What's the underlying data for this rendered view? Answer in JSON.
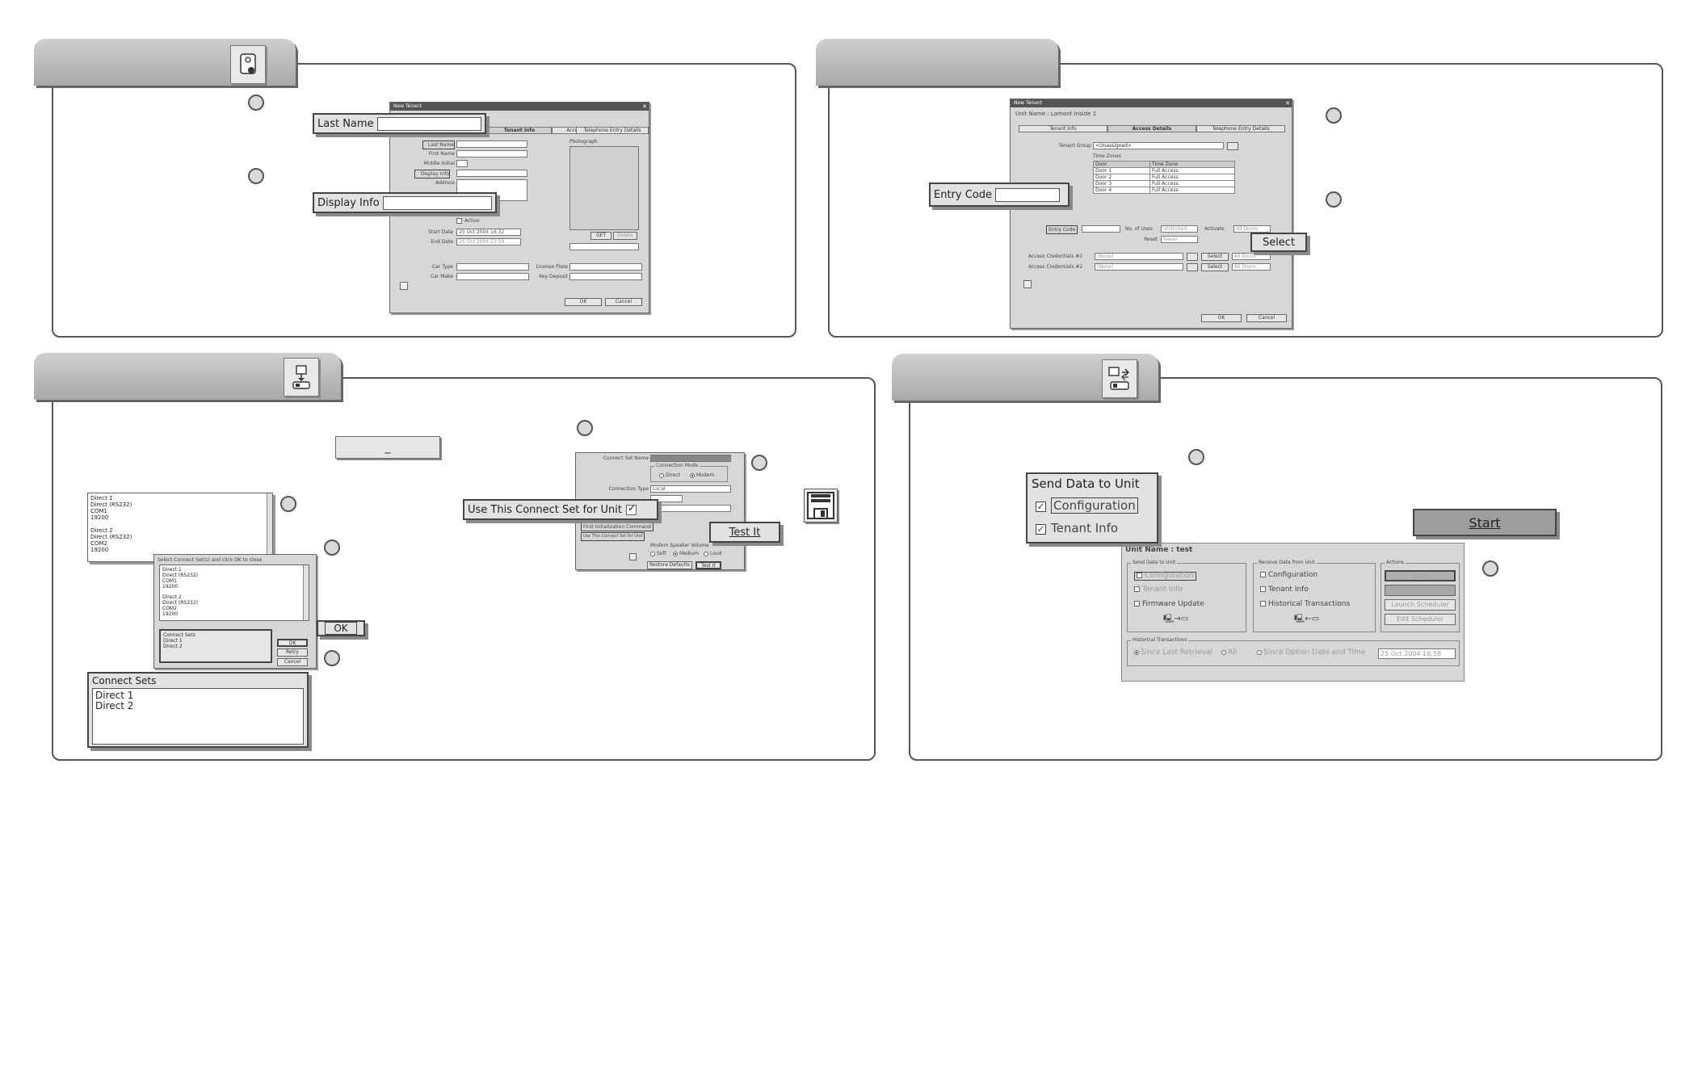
{
  "panel1": {
    "new_tenant_title": "New Tenant",
    "tabs": [
      "Tenant Info",
      "Access Details",
      "Telephone Entry Details"
    ],
    "labels": {
      "last_name": "Last Name",
      "first_name": "First Name",
      "middle_initial": "Middle Initial",
      "display_info": "Display Info",
      "address": "Address",
      "active": "Active",
      "start_date": "Start Date",
      "end_date": "End Date",
      "car_type": "Car Type",
      "car_make": "Car Make",
      "license_plate": "License Plate",
      "key_deposit": "Key Deposit",
      "photograph": "Photograph"
    },
    "values": {
      "start_date": "25 Oct 2004 16:32",
      "end_date": "25 Oct 2004 23:59"
    },
    "buttons": {
      "get": "GET",
      "delete": "Delete",
      "ok": "OK",
      "cancel": "Cancel"
    },
    "callouts": {
      "last_name": "Last Name",
      "display_info": "Display Info"
    }
  },
  "panel2": {
    "title": "New Tenant",
    "unit_name": "Unit Name : Lamont Inside 1",
    "tabs": [
      "Tenant Info",
      "Access Details",
      "Telephone Entry Details"
    ],
    "tenant_group_label": "Tenant Group",
    "tenant_group_value": "<Unassigned>",
    "time_zones_label": "Time Zones",
    "table_headers": [
      "Door",
      "Time Zone"
    ],
    "table_rows": [
      [
        "Door 1",
        "Full Access"
      ],
      [
        "Door 2",
        "Full Access"
      ],
      [
        "Door 3",
        "Full Access"
      ],
      [
        "Door 4",
        "Full Access"
      ]
    ],
    "entry_code_label": "Entry Code",
    "no_of_uses_label": "No. of Uses",
    "no_of_uses_value": "Unlimited",
    "activate_label": "Activate",
    "activate_value": "All Doors",
    "reset_label": "Reset",
    "reset_value": "Never",
    "cred1_label": "Access Credentials #1",
    "cred2_label": "Access Credentials #2",
    "cred_value": "(None)",
    "select_label": "Select",
    "all_doors": "All Doors",
    "buttons": {
      "ok": "OK",
      "cancel": "Cancel"
    },
    "callouts": {
      "entry_code": "Entry Code",
      "select": "Select"
    }
  },
  "panel3": {
    "blank_button": "_",
    "list_top": [
      "Direct 1",
      "Direct (RS232)",
      "COM1",
      "19200",
      "",
      "Direct 2",
      "Direct (RS232)",
      "COM2",
      "19200"
    ],
    "dialog_caption": "Select Connect Set(s) and click OK to close",
    "list_mid": [
      "Direct 1",
      "Direct (RS232)",
      "COM1",
      "19200",
      "",
      "Direct 2",
      "Direct (RS232)",
      "COM2",
      "19200"
    ],
    "connect_sets_small": "Connect Sets",
    "connect_sets_small_items": [
      "Direct 1",
      "Direct 2"
    ],
    "dlg_buttons": {
      "ok": "OK",
      "retry": "Retry",
      "cancel": "Cancel"
    },
    "ok_callout": "OK",
    "connect_sets_callout": "Connect Sets",
    "connect_sets_items": [
      "Direct 1",
      "Direct 2"
    ],
    "connect": {
      "set_name_label": "Connect Set Name",
      "connection_mode_label": "Connection Mode",
      "direct": "Direct",
      "modem": "Modem",
      "connection_type_label": "Connection Type",
      "connection_type_value": "Local",
      "first_init_label": "First Initialization Command",
      "use_this_small": "Use This Connect Set for Unit",
      "speaker_label": "Modem Speaker Volume",
      "soft": "Soft",
      "medium": "Medium",
      "loud": "Loud",
      "restore": "Restore Defaults",
      "test_it_small": "Test It"
    },
    "use_this_callout": "Use This Connect Set for Unit",
    "test_it_callout": "Test It"
  },
  "panel4": {
    "send_data_callout_title": "Send Data to Unit",
    "send_items": [
      "Configuration",
      "Tenant Info"
    ],
    "start_callout": "Start",
    "unit_name": "Unit Name : test",
    "send_group": "Send Data to Unit",
    "send_group_items": [
      "Configuration",
      "Tenant Info",
      "Firmware Update"
    ],
    "receive_group": "Receive Data from Unit",
    "receive_group_items": [
      "Configuration",
      "Tenant Info",
      "Historical Transactions"
    ],
    "actions_group": "Actions",
    "actions_buttons": [
      "Start",
      "",
      "Launch Scheduler",
      "Edit Scheduler"
    ],
    "historical_group": "Historical Transactions",
    "hist_options": [
      "Since Last Retrieval",
      "All",
      "Since Option Date and Time"
    ],
    "hist_date": "25 Oct 2004 16:58"
  }
}
